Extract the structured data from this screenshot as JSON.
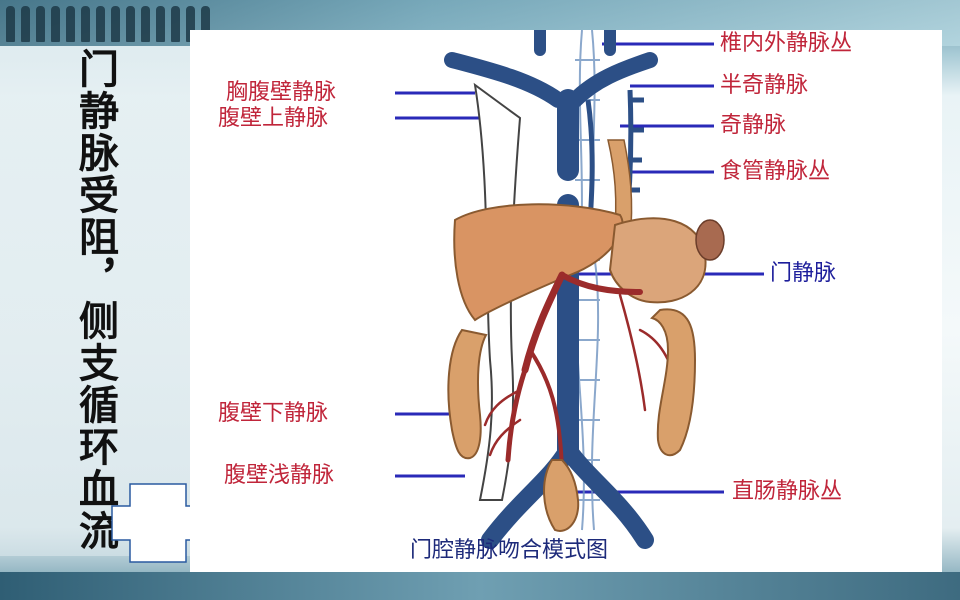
{
  "slide": {
    "title": "门静脉受阻，侧支循环血流"
  },
  "diagram": {
    "caption": "门腔静脉吻合模式图",
    "labels_left": [
      {
        "id": "thoracoepigastric",
        "text": "胸腹壁静脉"
      },
      {
        "id": "superior-epigastric",
        "text": "腹壁上静脉"
      },
      {
        "id": "inferior-epigastric",
        "text": "腹壁下静脉"
      },
      {
        "id": "superficial-epigastric",
        "text": "腹壁浅静脉"
      }
    ],
    "labels_right": [
      {
        "id": "vertebral-plexus",
        "text": "椎内外静脉丛"
      },
      {
        "id": "hemiazygos",
        "text": "半奇静脉"
      },
      {
        "id": "azygos",
        "text": "奇静脉"
      },
      {
        "id": "esophageal-plexus",
        "text": "食管静脉丛"
      },
      {
        "id": "portal-vein",
        "text": "门静脉"
      },
      {
        "id": "rectal-plexus",
        "text": "直肠静脉丛"
      }
    ],
    "colors": {
      "vein_blue": "#2c4f86",
      "portal_red": "#9b2b2b",
      "organ": "#d9a06b",
      "leader_line": "#2a2ab8",
      "label_red": "#c0253a",
      "label_blue": "#1d1e9b"
    }
  }
}
